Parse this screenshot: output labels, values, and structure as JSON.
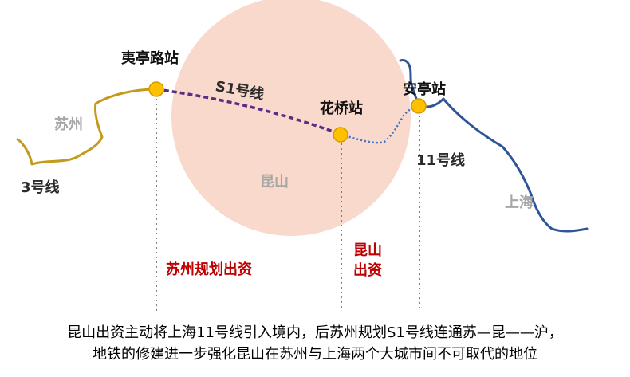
{
  "map": {
    "stations": {
      "yiting": "夷亭路站",
      "huaqiao": "花桥站",
      "anting": "安亭站"
    },
    "lines": {
      "s1": "S1号线",
      "line3": "3号线",
      "line11": "11号线"
    },
    "regions": {
      "suzhou": "苏州",
      "kunshan": "昆山",
      "shanghai": "上海"
    },
    "funding": {
      "suzhou_funded": "苏州规划出资",
      "kunshan_funded_line1": "昆山",
      "kunshan_funded_line2": "出资"
    },
    "colors": {
      "kunshan_circle": "#f8d9cb",
      "line3": "#c49a1c",
      "s1": "#5b2d82",
      "line11_blue": "#2f5597",
      "line11_dotted": "#4472c4",
      "station_fill": "#ffc000",
      "station_stroke": "#d49a00",
      "divider": "#555555",
      "funding_text": "#c00000"
    }
  },
  "caption": {
    "line1": "昆山出资主动将上海11号线引入境内，后苏州规划S1号线连通苏—昆——沪，",
    "line2": "地铁的修建进一步强化昆山在苏州与上海两个大城市间不可取代的地位"
  }
}
